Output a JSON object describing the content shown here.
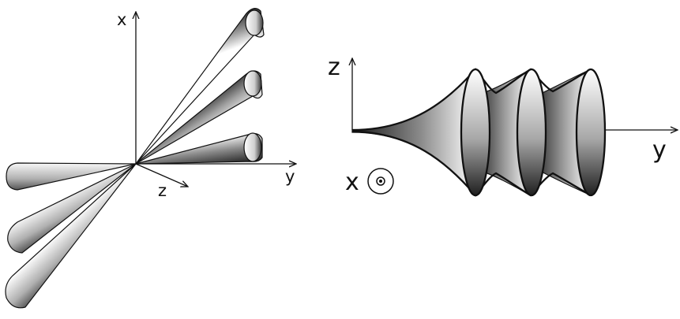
{
  "left_diagram": {
    "axis_x_label": "x",
    "axis_y_label": "y",
    "axis_z_label": "z",
    "beam_count": 3
  },
  "right_diagram": {
    "axis_z_label": "z",
    "axis_y_label": "y",
    "axis_x_label": "x",
    "x_axis_symbol": "out-of-page-dot-circle-icon",
    "lobe_count": 3
  },
  "colors": {
    "stroke": "#111111",
    "shade_dark": "#2a2a2a",
    "shade_light": "#ffffff"
  }
}
